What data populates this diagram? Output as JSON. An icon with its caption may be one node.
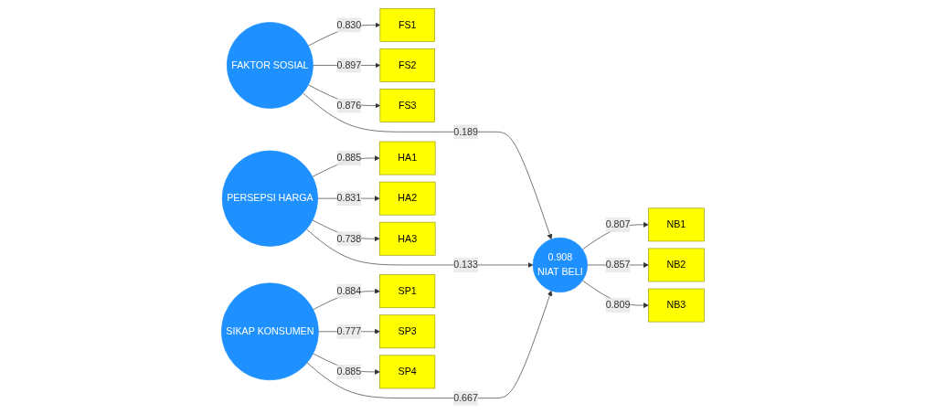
{
  "diagram": {
    "nodes": [
      {
        "text": [
          "FS1"
        ]
      },
      {
        "text": [
          "FS2"
        ]
      },
      {
        "text": [
          "FS3"
        ]
      },
      {
        "text": [
          "FAKTOR SOSIAL"
        ]
      },
      {
        "text": [
          "HA1"
        ]
      },
      {
        "text": [
          "HA2"
        ]
      },
      {
        "text": [
          "HA3"
        ]
      },
      {
        "text": [
          "PERSEPSI HARGA"
        ]
      },
      {
        "text": [
          "SP1"
        ]
      },
      {
        "text": [
          "SP3"
        ]
      },
      {
        "text": [
          "SP4"
        ]
      },
      {
        "text": [
          "SIKAP KONSUMEN"
        ]
      },
      {
        "text": [
          "0.908",
          "NIAT BELI"
        ]
      },
      {
        "text": [
          "NB1"
        ]
      },
      {
        "text": [
          "NB2"
        ]
      },
      {
        "text": [
          "NB3"
        ]
      }
    ],
    "edges": [
      {
        "from": 3,
        "to": 0,
        "arrow": "to",
        "label": "0.830"
      },
      {
        "from": 3,
        "to": 1,
        "arrow": "to",
        "label": "0.897"
      },
      {
        "from": 3,
        "to": 2,
        "arrow": "to",
        "label": "0.876"
      },
      {
        "from": 7,
        "to": 4,
        "arrow": "to",
        "label": "0.885"
      },
      {
        "from": 7,
        "to": 5,
        "arrow": "to",
        "label": "0.831"
      },
      {
        "from": 7,
        "to": 6,
        "arrow": "to",
        "label": "0.738"
      },
      {
        "from": 11,
        "to": 8,
        "arrow": "to",
        "label": "0.884"
      },
      {
        "from": 11,
        "to": 9,
        "arrow": "to",
        "label": "0.777"
      },
      {
        "from": 11,
        "to": 10,
        "arrow": "to",
        "label": "0.885"
      },
      {
        "from": 3,
        "to": 12,
        "arrow": "to",
        "label": "0.189"
      },
      {
        "from": 7,
        "to": 12,
        "arrow": "to",
        "label": "0.133"
      },
      {
        "from": 11,
        "to": 12,
        "arrow": "to",
        "label": "0.667"
      },
      {
        "from": 12,
        "to": 13,
        "arrow": "to",
        "label": "0.807"
      },
      {
        "from": 12,
        "to": 14,
        "arrow": "to",
        "label": "0.857"
      },
      {
        "from": 12,
        "to": 15,
        "arrow": "to",
        "label": "0.809"
      }
    ]
  }
}
